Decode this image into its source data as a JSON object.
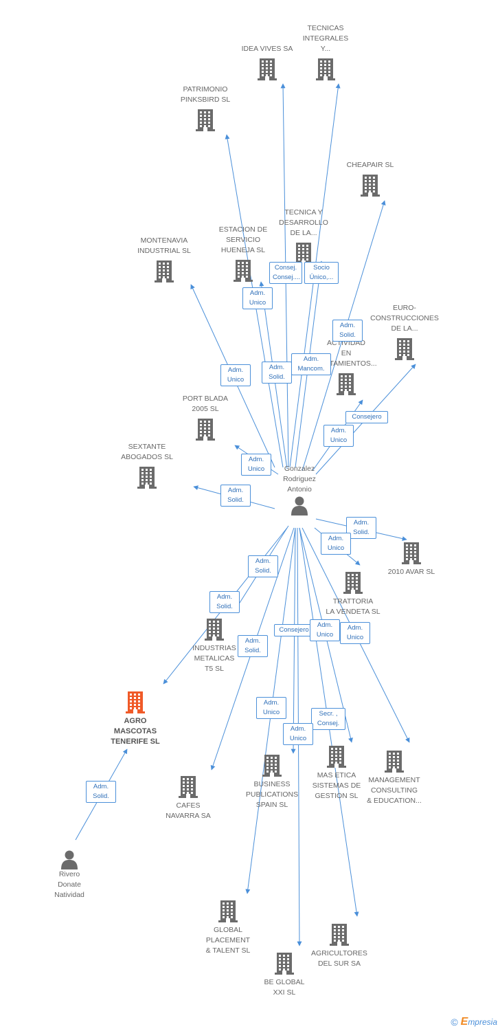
{
  "colors": {
    "edge": "#4a8fd9",
    "building": "#6b6b6b",
    "building_focus": "#f05a28",
    "person": "#6b6b6b"
  },
  "hub": {
    "label_lines": [
      "Gonzalez",
      "Rodriguez",
      "Antonio"
    ],
    "icon": "person-icon"
  },
  "nodes": [
    {
      "id": "n01",
      "lines": [
        "IDEA VIVES SA"
      ]
    },
    {
      "id": "n02",
      "lines": [
        "TECNICAS",
        "INTEGRALES",
        "Y..."
      ]
    },
    {
      "id": "n03",
      "lines": [
        "PATRIMONIO",
        "PINKSBIRD SL"
      ]
    },
    {
      "id": "n04",
      "lines": [
        "CHEAPAIR  SL"
      ]
    },
    {
      "id": "n05",
      "lines": [
        "TECNICA Y",
        "DESARROLLO",
        "DE LA..."
      ]
    },
    {
      "id": "n06",
      "lines": [
        "ESTACION DE",
        "SERVICIO",
        "HUENEJA SL"
      ]
    },
    {
      "id": "n07",
      "lines": [
        "MONTENAVIA",
        "INDUSTRIAL SL"
      ]
    },
    {
      "id": "n08",
      "lines": [
        "EURO-",
        "CONSTRUCCIONES",
        "DE LA..."
      ]
    },
    {
      "id": "n09",
      "lines": [
        "ACTIVIDAD",
        "EN",
        "TRATAMIENTOS..."
      ]
    },
    {
      "id": "n10",
      "lines": [
        "PORT BLADA",
        "2005 SL"
      ]
    },
    {
      "id": "n11",
      "lines": [
        "SEXTANTE",
        "ABOGADOS SL"
      ]
    },
    {
      "id": "n12",
      "lines": [
        "2010 AVAR SL"
      ]
    },
    {
      "id": "n13",
      "lines": [
        "TRATTORIA",
        "LA VENDETA SL"
      ]
    },
    {
      "id": "n14",
      "lines": [
        "INDUSTRIAS",
        "METALICAS",
        "T5 SL"
      ]
    },
    {
      "id": "n15",
      "lines": [
        "AGRO",
        "MASCOTAS",
        "TENERIFE  SL"
      ]
    },
    {
      "id": "n16",
      "lines": [
        "CAFES",
        "NAVARRA SA"
      ]
    },
    {
      "id": "n17",
      "lines": [
        "BUSINESS",
        "PUBLICATIONS",
        "SPAIN SL"
      ]
    },
    {
      "id": "n18",
      "lines": [
        "MAS ETICA",
        "SISTEMAS DE",
        "GESTION  SL"
      ]
    },
    {
      "id": "n19",
      "lines": [
        "MANAGEMENT",
        "CONSULTING",
        "& EDUCATION..."
      ]
    },
    {
      "id": "n20",
      "lines": [
        "GLOBAL",
        "PLACEMENT",
        "& TALENT  SL"
      ]
    },
    {
      "id": "n21",
      "lines": [
        "AGRICULTORES",
        "DEL SUR SA"
      ]
    },
    {
      "id": "n22",
      "lines": [
        "BE GLOBAL",
        "XXI  SL"
      ]
    }
  ],
  "second_person": {
    "label_lines": [
      "Rivero",
      "Donate",
      "Natividad"
    ],
    "icon": "person-icon"
  },
  "edge_labels": [
    {
      "lines": [
        "Consej.",
        "Consej...."
      ]
    },
    {
      "lines": [
        "Socio",
        "Único,..."
      ]
    },
    {
      "lines": [
        "Adm.",
        "Unico"
      ]
    },
    {
      "lines": [
        "Adm.",
        "Solid."
      ]
    },
    {
      "lines": [
        "Adm.",
        "Mancom."
      ]
    },
    {
      "lines": [
        "Adm.",
        "Solid."
      ]
    },
    {
      "lines": [
        "Adm.",
        "Unico"
      ]
    },
    {
      "lines": [
        "Consejero"
      ]
    },
    {
      "lines": [
        "Adm.",
        "Unico"
      ]
    },
    {
      "lines": [
        "Adm.",
        "Unico"
      ]
    },
    {
      "lines": [
        "Adm.",
        "Solid."
      ]
    },
    {
      "lines": [
        "Adm.",
        "Solid."
      ]
    },
    {
      "lines": [
        "Adm.",
        "Unico"
      ]
    },
    {
      "lines": [
        "Adm.",
        "Solid."
      ]
    },
    {
      "lines": [
        "Adm.",
        "Solid."
      ]
    },
    {
      "lines": [
        "Adm.",
        "Solid."
      ]
    },
    {
      "lines": [
        "Consejero"
      ]
    },
    {
      "lines": [
        "Adm.",
        "Unico"
      ]
    },
    {
      "lines": [
        "Adm.",
        "Unico"
      ]
    },
    {
      "lines": [
        "Adm.",
        "Unico"
      ]
    },
    {
      "lines": [
        "Secr. ,",
        "Consej."
      ]
    },
    {
      "lines": [
        "Adm.",
        "Unico"
      ]
    },
    {
      "lines": [
        "Adm.",
        "Solid."
      ]
    }
  ],
  "footer": {
    "copyright": "©",
    "brand_initial": "E",
    "brand_rest": "mpresia"
  }
}
